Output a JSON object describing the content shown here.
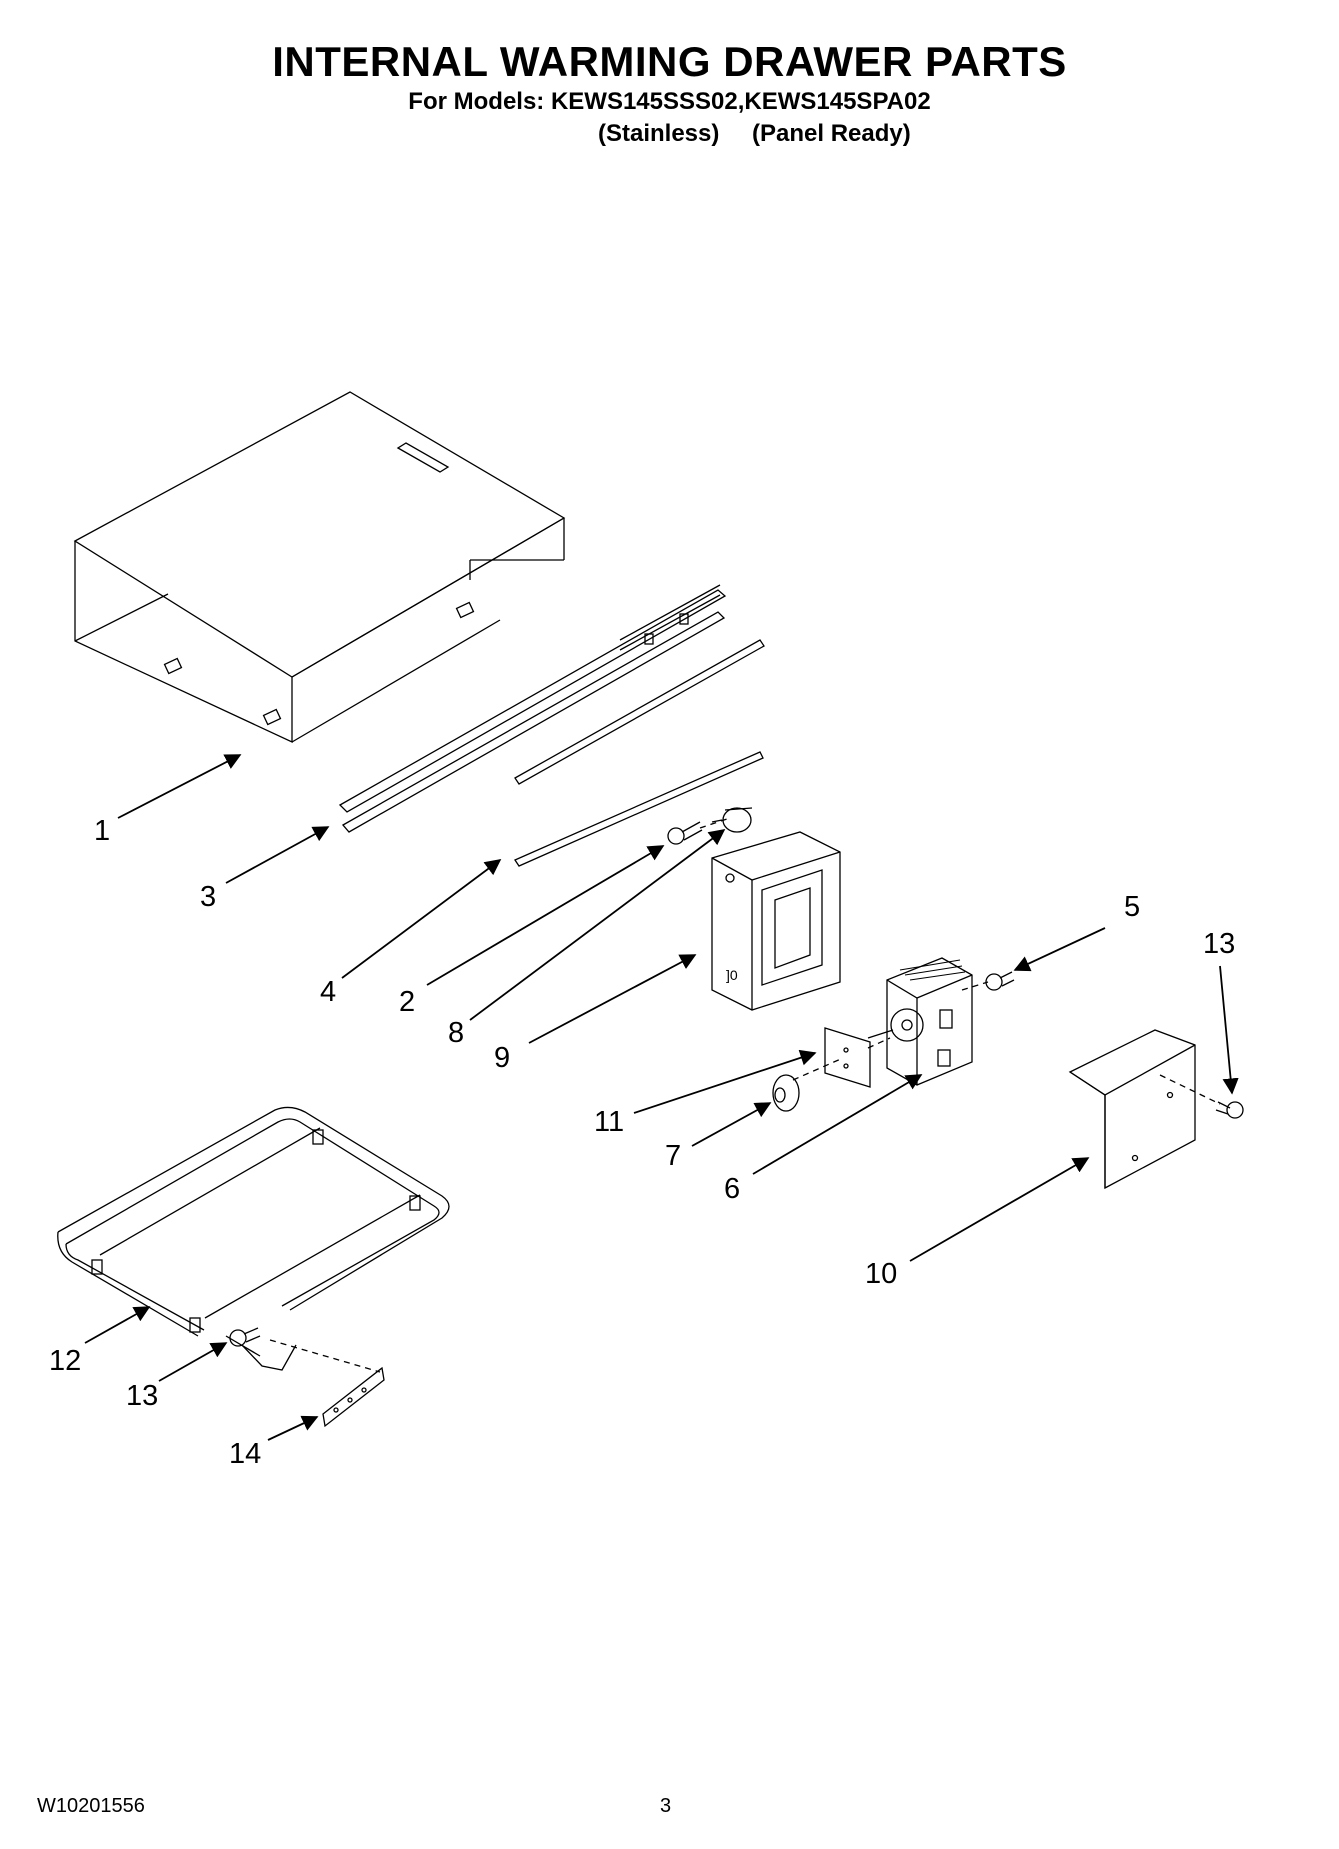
{
  "header": {
    "title": "INTERNAL WARMING DRAWER PARTS",
    "models_line": "For Models: KEWS145SSS02,KEWS145SPA02",
    "variants": [
      "(Stainless)",
      "(Panel Ready)"
    ]
  },
  "callouts": {
    "c1": "1",
    "c2": "2",
    "c3": "3",
    "c4": "4",
    "c5": "5",
    "c6": "6",
    "c7": "7",
    "c8": "8",
    "c9": "9",
    "c10": "10",
    "c11": "11",
    "c12": "12",
    "c13a": "13",
    "c13b": "13",
    "c14": "14"
  },
  "footer": {
    "doc_number": "W10201556",
    "page_number": "3"
  }
}
